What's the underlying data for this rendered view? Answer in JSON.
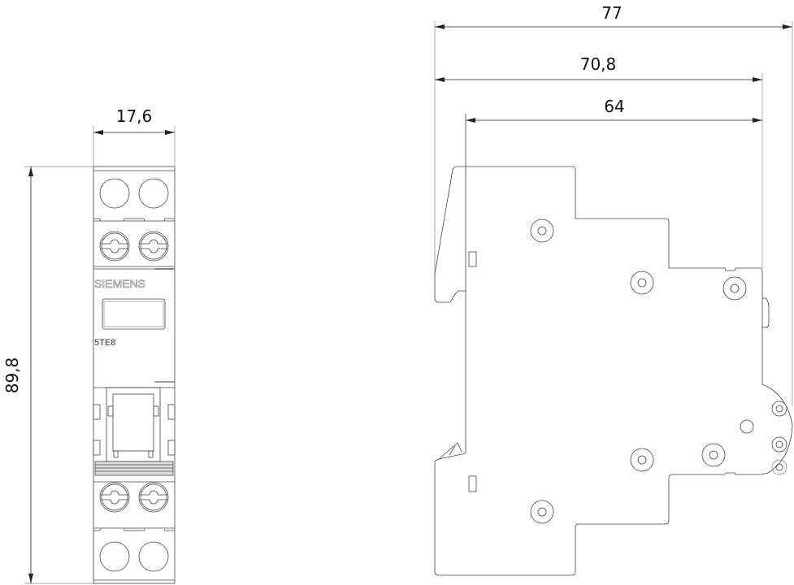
{
  "drawing": {
    "front_view": {
      "width_dimension": "17,6",
      "height_dimension": "89,8",
      "brand_label": "SIEMENS",
      "type_label": "5TE8"
    },
    "side_view": {
      "overall_depth_dimension": "77",
      "depth_dimension_2": "70,8",
      "depth_dimension_3": "64"
    },
    "line_color": "#444444"
  }
}
